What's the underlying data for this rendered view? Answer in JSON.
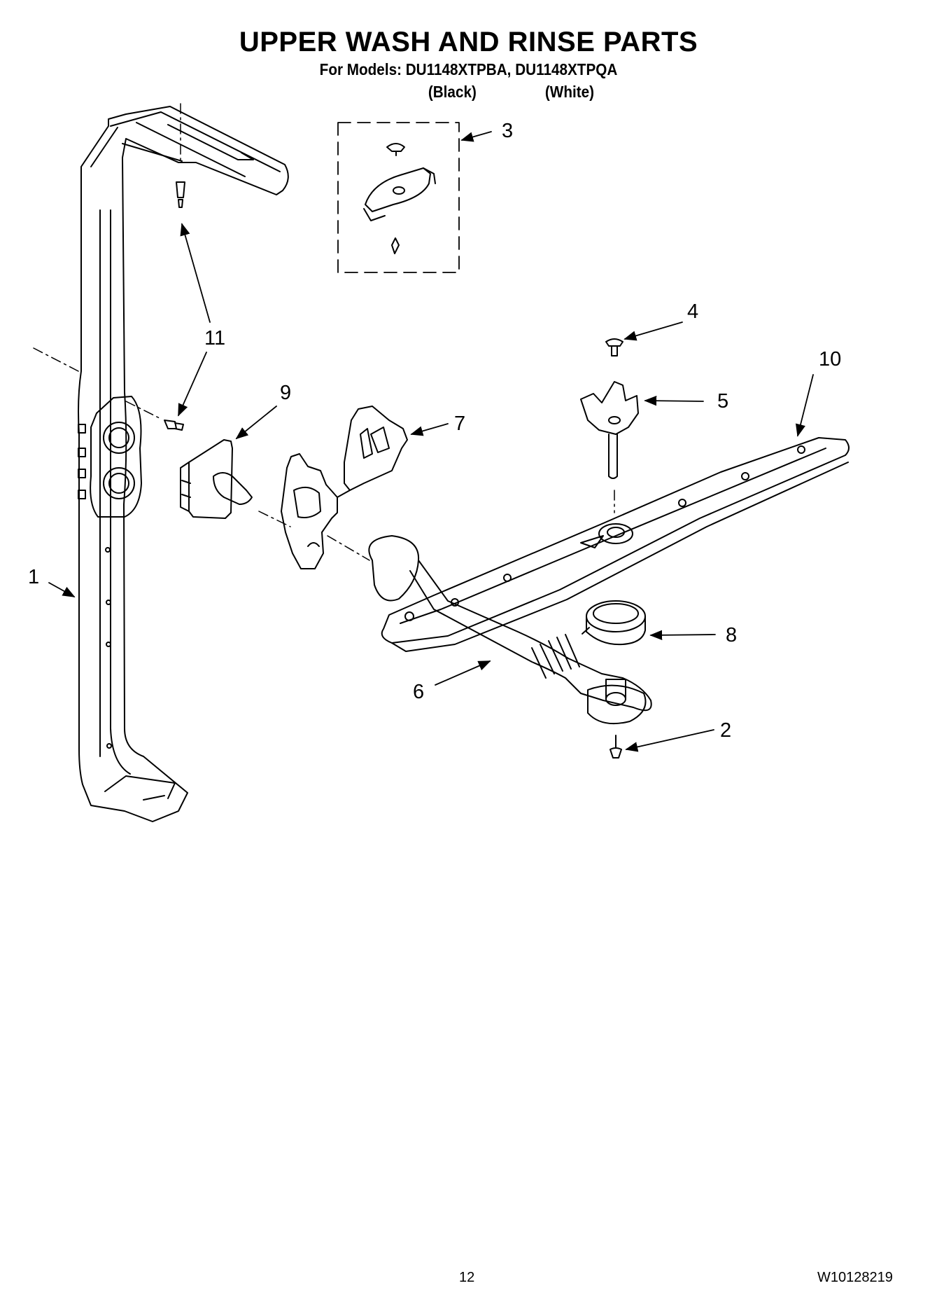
{
  "header": {
    "title": "UPPER WASH AND RINSE PARTS",
    "models_line": "For Models: DU1148XTPBA, DU1148XTPQA",
    "variant_black": "(Black)",
    "variant_white": "(White)"
  },
  "callouts": [
    "1",
    "2",
    "3",
    "4",
    "5",
    "6",
    "7",
    "8",
    "9",
    "10",
    "11",
    "11"
  ],
  "footer": {
    "page_number": "12",
    "doc_number": "W10128219"
  }
}
